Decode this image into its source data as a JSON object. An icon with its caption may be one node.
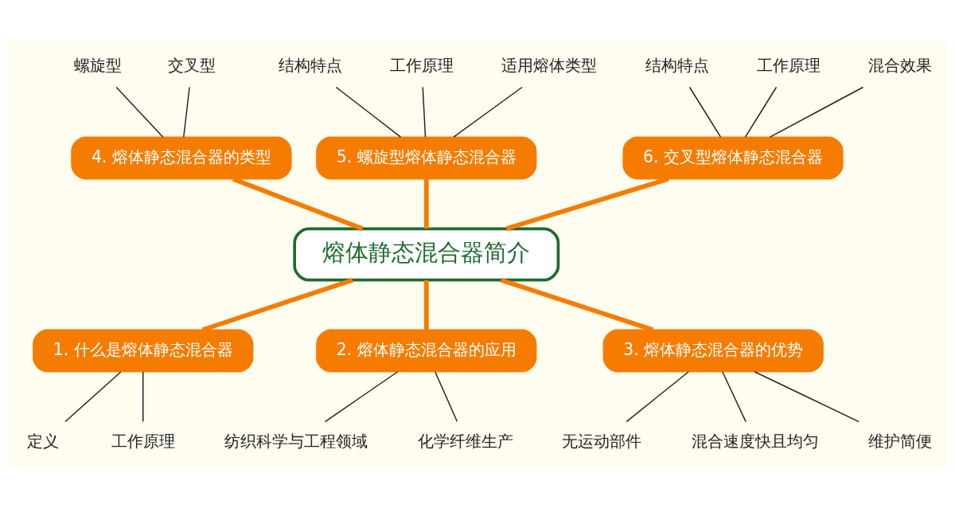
{
  "diagram": {
    "nodes": [
      {
        "text": [
          "熔体静态混合器简介"
        ]
      },
      {
        "text": [
          "1. 什么是熔体静态混合器"
        ]
      },
      {
        "text": [
          "2. 熔体静态混合器的应用"
        ]
      },
      {
        "text": [
          "3. 熔体静态混合器的优势"
        ]
      },
      {
        "text": [
          "4. 熔体静态混合器的类型"
        ]
      },
      {
        "text": [
          "5. 螺旋型熔体静态混合器"
        ]
      },
      {
        "text": [
          "6. 交叉型熔体静态混合器"
        ]
      },
      {
        "text": [
          "定义"
        ]
      },
      {
        "text": [
          "工作原理"
        ]
      },
      {
        "text": [
          "纺织科学与工程领域"
        ]
      },
      {
        "text": [
          "化学纤维生产"
        ]
      },
      {
        "text": [
          "无运动部件"
        ]
      },
      {
        "text": [
          "混合速度快且均匀"
        ]
      },
      {
        "text": [
          "维护简便"
        ]
      },
      {
        "text": [
          "螺旋型"
        ]
      },
      {
        "text": [
          "交叉型"
        ]
      },
      {
        "text": [
          "结构特点"
        ]
      },
      {
        "text": [
          "工作原理"
        ]
      },
      {
        "text": [
          "适用熔体类型"
        ]
      },
      {
        "text": [
          "结构特点"
        ]
      },
      {
        "text": [
          "工作原理"
        ]
      },
      {
        "text": [
          "混合效果"
        ]
      }
    ],
    "edges": [
      {
        "from": 0,
        "to": 1,
        "arrow": "none",
        "style": "thick",
        "color": "#f57c00"
      },
      {
        "from": 0,
        "to": 2,
        "arrow": "none",
        "style": "thick",
        "color": "#f57c00"
      },
      {
        "from": 0,
        "to": 3,
        "arrow": "none",
        "style": "thick",
        "color": "#f57c00"
      },
      {
        "from": 4,
        "to": 0,
        "arrow": "none",
        "style": "thick",
        "color": "#f57c00"
      },
      {
        "from": 5,
        "to": 0,
        "arrow": "none",
        "style": "thick",
        "color": "#f57c00"
      },
      {
        "from": 6,
        "to": 0,
        "arrow": "none",
        "style": "thick",
        "color": "#f57c00"
      },
      {
        "from": 1,
        "to": 7,
        "arrow": "none"
      },
      {
        "from": 1,
        "to": 8,
        "arrow": "none"
      },
      {
        "from": 2,
        "to": 9,
        "arrow": "none"
      },
      {
        "from": 2,
        "to": 10,
        "arrow": "none"
      },
      {
        "from": 3,
        "to": 11,
        "arrow": "none"
      },
      {
        "from": 3,
        "to": 12,
        "arrow": "none"
      },
      {
        "from": 3,
        "to": 13,
        "arrow": "none"
      },
      {
        "from": 14,
        "to": 4,
        "arrow": "none"
      },
      {
        "from": 15,
        "to": 4,
        "arrow": "none"
      },
      {
        "from": 16,
        "to": 5,
        "arrow": "none"
      },
      {
        "from": 17,
        "to": 5,
        "arrow": "none"
      },
      {
        "from": 18,
        "to": 5,
        "arrow": "none"
      },
      {
        "from": 19,
        "to": 6,
        "arrow": "none"
      },
      {
        "from": 20,
        "to": 6,
        "arrow": "none"
      },
      {
        "from": 21,
        "to": 6,
        "arrow": "none"
      }
    ]
  }
}
